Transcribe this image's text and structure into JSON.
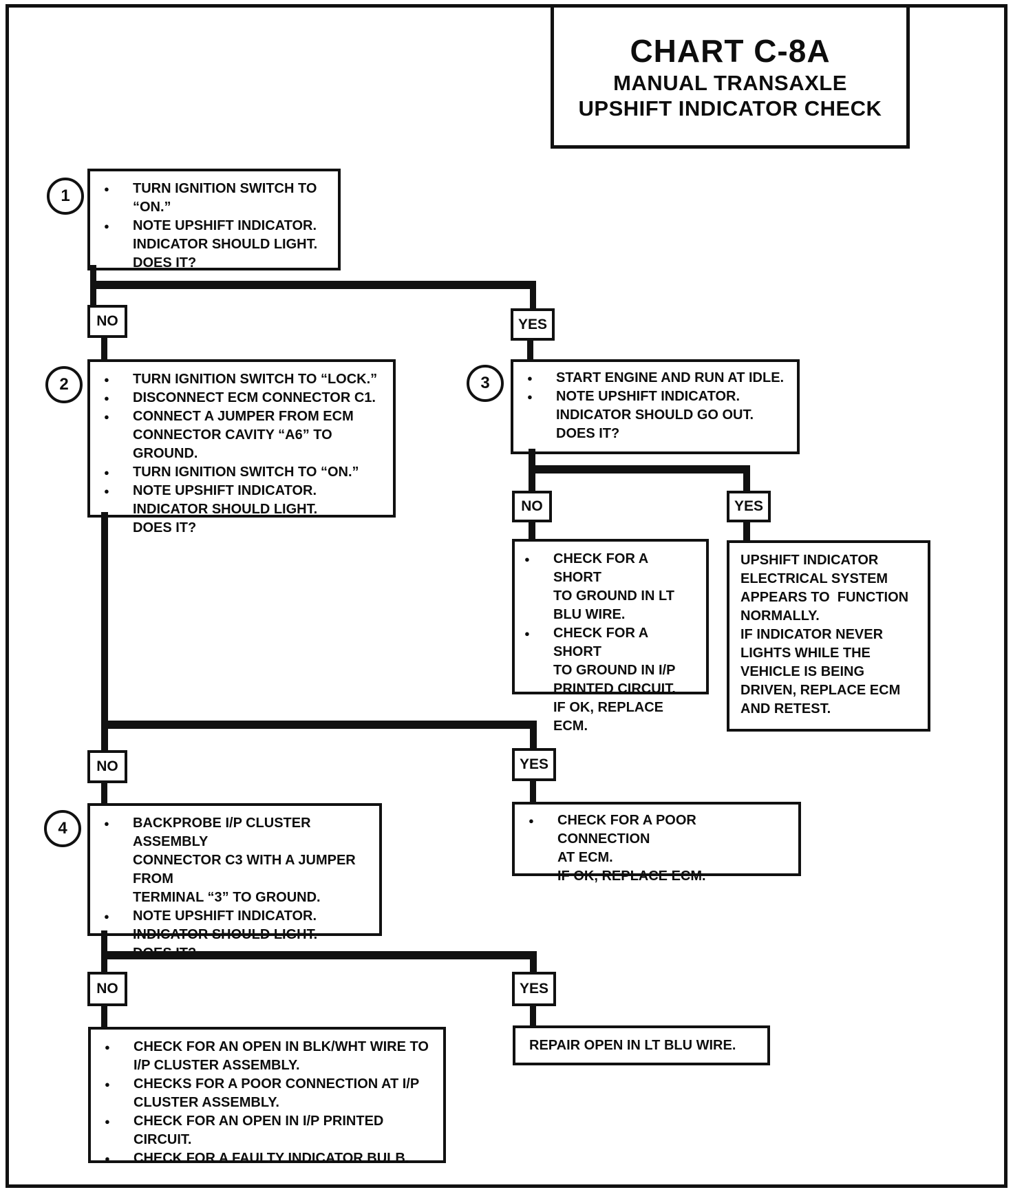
{
  "glyphs": {
    "bullet": "●"
  },
  "title": {
    "chart": "CHART C-8A",
    "line2": "MANUAL TRANSAXLE",
    "line3": "UPSHIFT INDICATOR CHECK"
  },
  "labels": {
    "no": "NO",
    "yes": "YES"
  },
  "steps": {
    "s1": {
      "num": "1",
      "bullets": [
        "TURN IGNITION SWITCH TO “ON.”",
        "NOTE UPSHIFT INDICATOR.\nINDICATOR SHOULD LIGHT.\nDOES IT?"
      ]
    },
    "s2": {
      "num": "2",
      "bullets": [
        "TURN IGNITION SWITCH TO “LOCK.”",
        "DISCONNECT ECM CONNECTOR C1.",
        "CONNECT A JUMPER FROM ECM\nCONNECTOR CAVITY “A6” TO GROUND.",
        "TURN IGNITION SWITCH TO “ON.”",
        "NOTE UPSHIFT INDICATOR.\nINDICATOR SHOULD LIGHT.\nDOES IT?"
      ]
    },
    "s3": {
      "num": "3",
      "bullets": [
        "START ENGINE AND RUN AT IDLE.",
        "NOTE UPSHIFT INDICATOR.\nINDICATOR SHOULD GO OUT.\nDOES IT?"
      ]
    },
    "s4": {
      "num": "4",
      "bullets": [
        "BACKPROBE I/P CLUSTER ASSEMBLY\nCONNECTOR C3 WITH A JUMPER FROM\nTERMINAL “3” TO GROUND.",
        "NOTE UPSHIFT INDICATOR.\nINDICATOR SHOULD LIGHT.\nDOES IT?"
      ]
    }
  },
  "results": {
    "short_to_ground": {
      "bullets": [
        "CHECK FOR A SHORT\nTO GROUND IN LT\nBLU WIRE.",
        "CHECK FOR A SHORT\nTO GROUND IN I/P\nPRINTED CIRCUIT.\nIF OK, REPLACE ECM."
      ]
    },
    "system_normal": {
      "text": "UPSHIFT INDICATOR\nELECTRICAL SYSTEM\nAPPEARS TO  FUNCTION\nNORMALLY.\nIF INDICATOR NEVER\nLIGHTS WHILE THE\nVEHICLE IS BEING\nDRIVEN, REPLACE ECM\nAND RETEST."
    },
    "poor_connection": {
      "bullets": [
        "CHECK FOR A POOR CONNECTION\nAT ECM.\nIF OK, REPLACE ECM."
      ]
    },
    "open_checks": {
      "bullets": [
        "CHECK FOR AN OPEN IN BLK/WHT WIRE TO\nI/P CLUSTER ASSEMBLY.",
        "CHECKS FOR A POOR CONNECTION AT I/P\nCLUSTER ASSEMBLY.",
        "CHECK FOR AN OPEN IN I/P PRINTED CIRCUIT.",
        "CHECK FOR A FAULTY INDICATOR BULB."
      ]
    },
    "repair_open": {
      "text": "REPAIR OPEN IN LT BLU WIRE."
    }
  }
}
